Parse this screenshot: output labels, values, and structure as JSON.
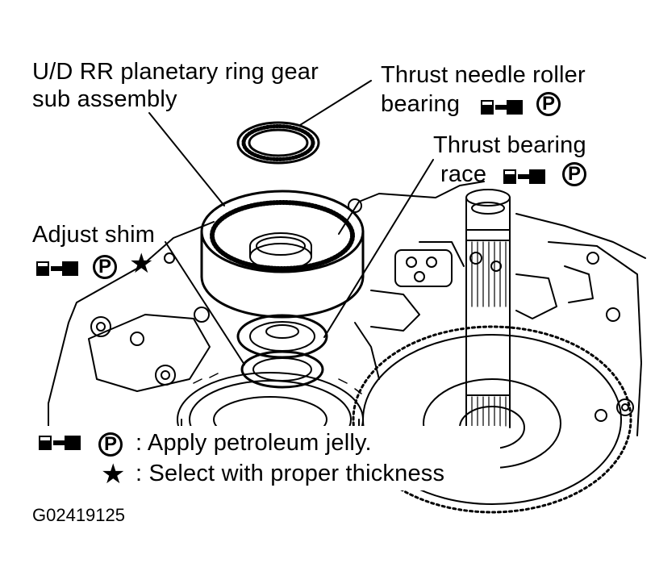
{
  "labels": {
    "ring_gear": [
      "U/D RR planetary ring gear",
      "sub assembly"
    ],
    "needle_bearing": [
      "Thrust needle roller",
      "bearing"
    ],
    "bearing_race": [
      "Thrust bearing",
      "race"
    ],
    "adjust_shim": "Adjust shim"
  },
  "legend": {
    "petroleum": ": Apply petroleum jelly.",
    "thickness": ": Select with proper thickness"
  },
  "symbols": {
    "p_mark": "P",
    "star": "★",
    "brush_icon": "grease-brush-icon"
  },
  "figure_code": "G02419125"
}
